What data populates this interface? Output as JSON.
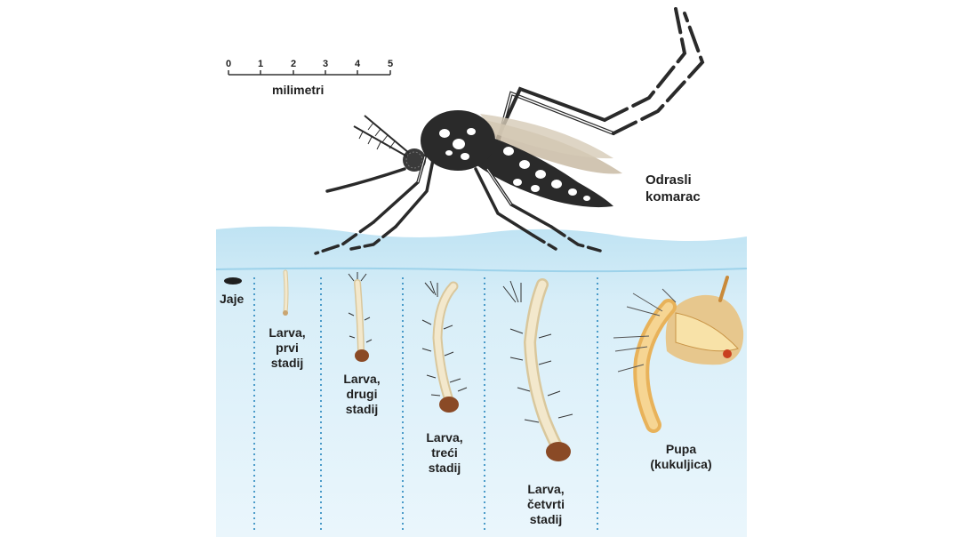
{
  "scale": {
    "ticks": [
      "0",
      "1",
      "2",
      "3",
      "4",
      "5"
    ],
    "unit_label": "milimetri"
  },
  "labels": {
    "adult": [
      "Odrasli",
      "komarac"
    ],
    "egg": "Jaje",
    "larva1": [
      "Larva,",
      "prvi",
      "stadij"
    ],
    "larva2": [
      "Larva,",
      "drugi",
      "stadij"
    ],
    "larva3": [
      "Larva,",
      "treći",
      "stadij"
    ],
    "larva4": [
      "Larva,",
      "četvrti",
      "stadij"
    ],
    "pupa": [
      "Pupa",
      "(kukuljica)"
    ]
  },
  "colors": {
    "water_top": "#cfe9f6",
    "water_bottom": "#e6f4fb",
    "mosquito_body": "#2a2a2a",
    "mosquito_spots": "#ffffff",
    "wing": "#c9bba5",
    "larva_body": "#efe2bf",
    "larva_head": "#8a4a26",
    "pupa_body": "#e8b25a",
    "divider": "#4a9bc9"
  },
  "icons": [
    "mosquito-icon",
    "egg-icon",
    "larva-icon",
    "pupa-icon"
  ]
}
